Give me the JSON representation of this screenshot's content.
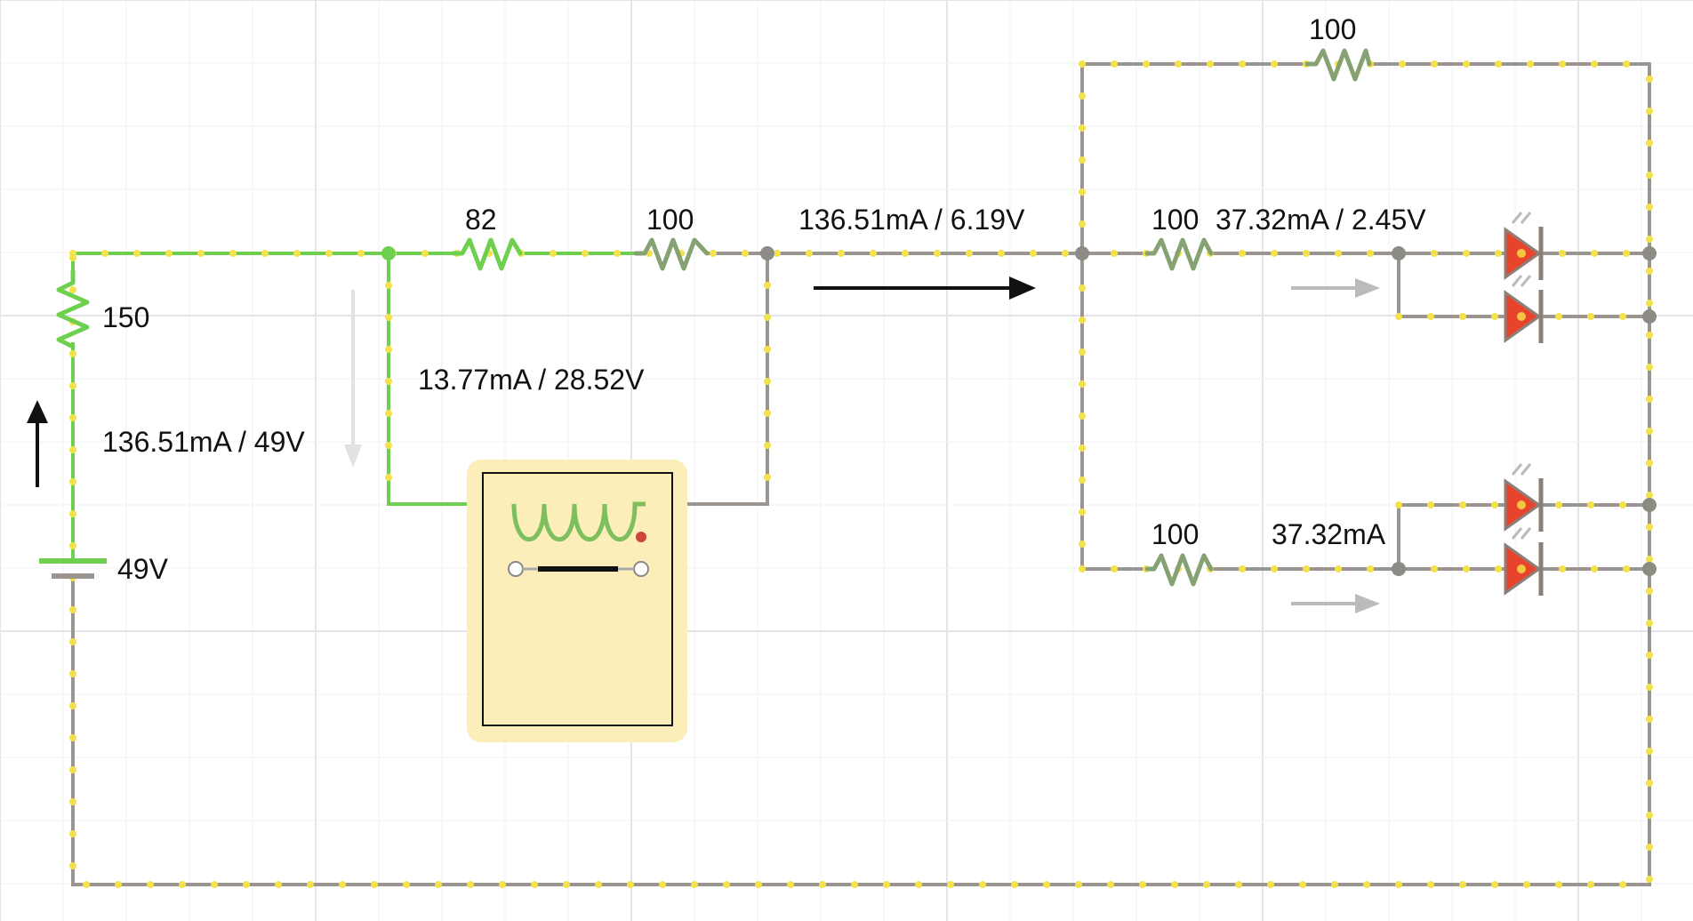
{
  "colors": {
    "wire": "#9a9590",
    "wire_energized": "#6fcf4f",
    "current_dots": "#f3e24a",
    "led": "#e8442c",
    "relay_body": "#fbeeb8",
    "grid": "#e9e9ee"
  },
  "battery": {
    "label": "49V",
    "resistor_label": "150",
    "reading": "136.51mA / 49V"
  },
  "relay_branch": {
    "r1_label": "82",
    "r2_label": "100",
    "reading": "13.77mA / 28.52V"
  },
  "main_branch": {
    "reading": "136.51mA / 6.19V"
  },
  "top_branch": {
    "resistor_label": "100"
  },
  "led_branch_upper": {
    "resistor_label": "100",
    "reading": "37.32mA / 2.45V"
  },
  "led_branch_lower": {
    "resistor_label": "100",
    "reading": "37.32mA"
  },
  "icons": [
    "resistor-icon",
    "battery-icon",
    "relay-icon",
    "led-icon",
    "current-arrow-icon"
  ]
}
